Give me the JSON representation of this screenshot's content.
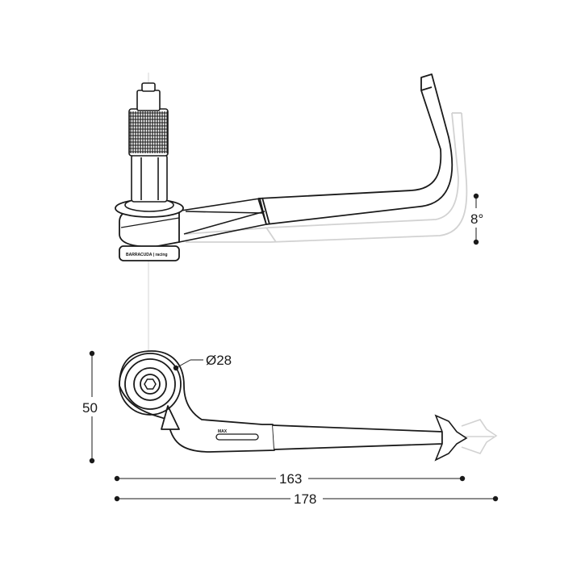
{
  "top_view": {
    "angle_label": "8°",
    "brand_text": "BARRACUDA | racing"
  },
  "front_view": {
    "diameter_label": "Ø28",
    "height_label": "50",
    "length_short_label": "163",
    "length_long_label": "178",
    "max_mark": "MAX"
  },
  "colors": {
    "line": "#1a1a1a",
    "ghost": "#d0d0d0",
    "guide": "#e2e2e2"
  }
}
